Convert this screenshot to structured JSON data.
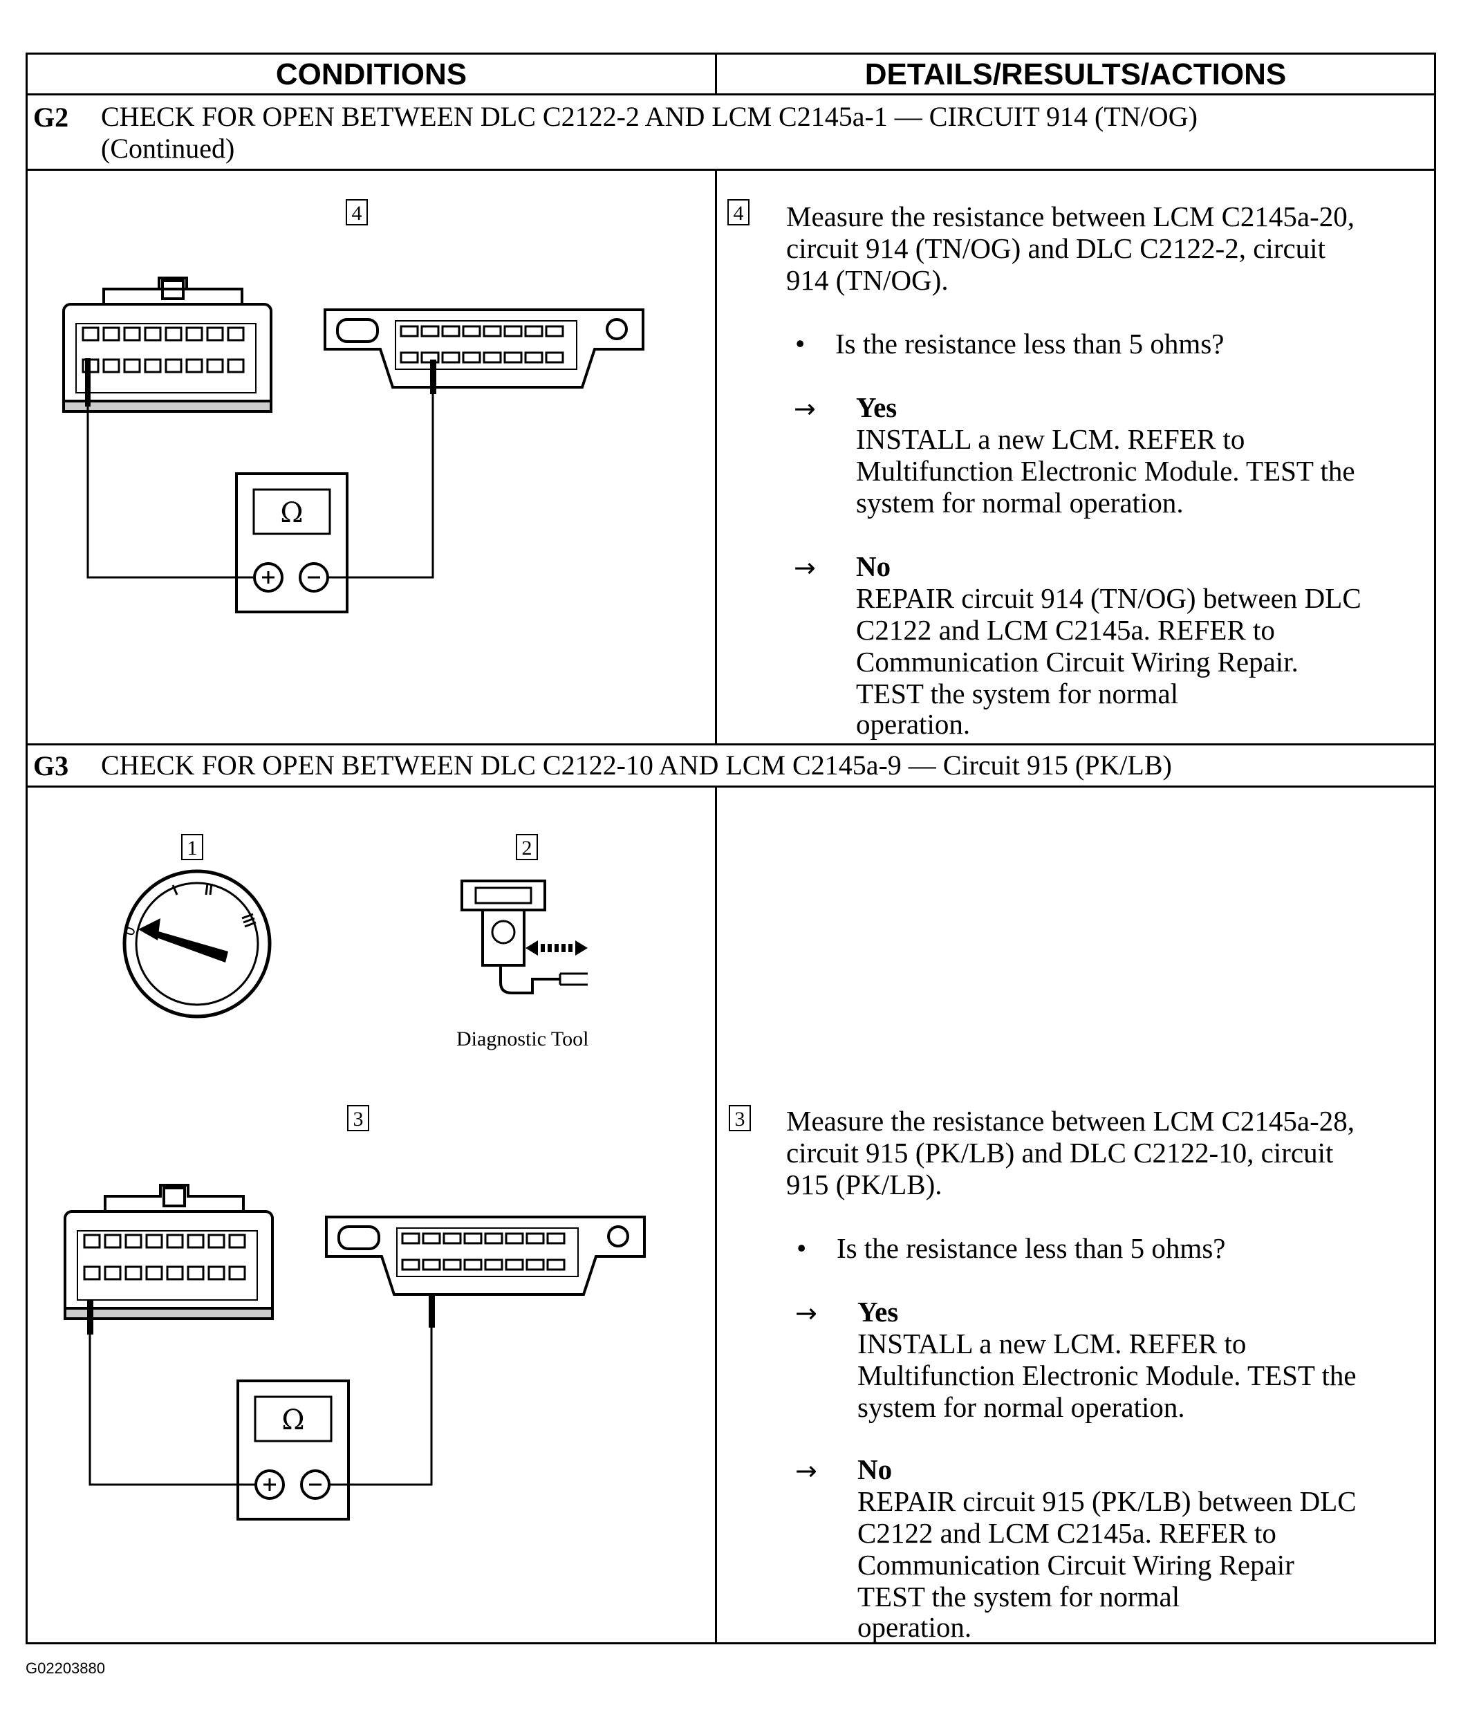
{
  "headers": {
    "conditions": "CONDITIONS",
    "details": "DETAILS/RESULTS/ACTIONS"
  },
  "g2": {
    "id": "G2",
    "title_line1": "CHECK FOR OPEN BETWEEN DLC C2122-2 AND LCM C2145a-1 — CIRCUIT 914 (TN/OG)",
    "title_line2": "(Continued)",
    "step4": {
      "num": "4",
      "text_lines": [
        "Measure the resistance between LCM C2145a-20,",
        "circuit 914 (TN/OG) and DLC C2122-2, circuit",
        "914 (TN/OG)."
      ],
      "question": "Is the resistance less than 5 ohms?",
      "yes_label": "Yes",
      "yes_lines": [
        "INSTALL a new LCM. REFER to",
        "Multifunction Electronic Module.  TEST the",
        "system for normal operation."
      ],
      "no_label": "No",
      "no_lines": [
        "REPAIR circuit 914 (TN/OG) between DLC",
        "C2122 and LCM C2145a. REFER to",
        "Communication Circuit Wiring Repair.",
        "TEST the system for normal",
        "operation."
      ]
    }
  },
  "g3": {
    "id": "G3",
    "title": "CHECK FOR OPEN BETWEEN DLC C2122-10 AND LCM C2145a-9 — Circuit 915 (PK/LB)",
    "box1": "1",
    "box2": "2",
    "diagnostic_tool_caption": "Diagnostic Tool",
    "step3": {
      "num": "3",
      "text_lines": [
        "Measure the resistance between LCM C2145a-28,",
        "circuit 915 (PK/LB) and DLC C2122-10, circuit",
        "915 (PK/LB)."
      ],
      "question": "Is the resistance less than 5 ohms?",
      "yes_label": "Yes",
      "yes_lines": [
        "INSTALL a new LCM. REFER to",
        "Multifunction Electronic Module.  TEST the",
        "system for normal operation."
      ],
      "no_label": "No",
      "no_lines": [
        "REPAIR circuit 915 (PK/LB) between DLC",
        "C2122 and LCM C2145a. REFER to",
        "Communication Circuit Wiring Repair",
        "TEST the system for normal",
        "operation."
      ]
    }
  },
  "meter_symbol": "Ω",
  "footer_code": "G02203880"
}
